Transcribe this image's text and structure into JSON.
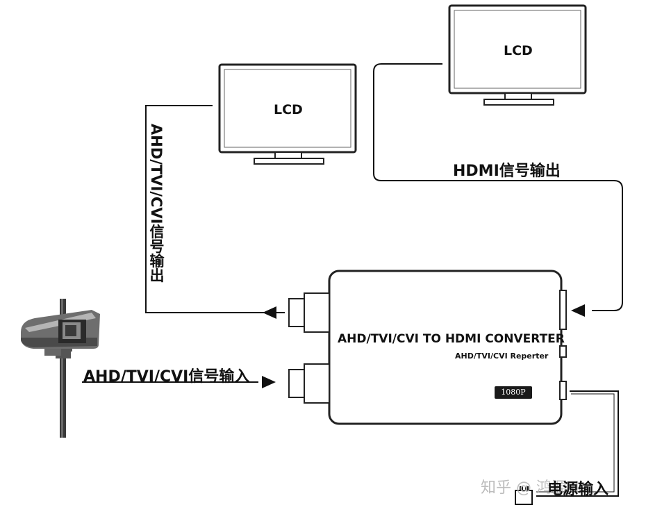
{
  "monitors": [
    {
      "label": "LCD"
    },
    {
      "label": "LCD"
    }
  ],
  "signals": {
    "analog_output": "AHD/TVI/CVI信号输出",
    "hdmi_output": "HDMI信号输出",
    "analog_input": "AHD/TVI/CVI信号输入",
    "power_input": "电源输入"
  },
  "converter": {
    "title": "AHD/TVI/CVI TO HDMI CONVERTER",
    "subtitle": "AHD/TVI/CVI Reperter",
    "badge": "1080P"
  },
  "watermark": "知乎 @ 鸿源sk"
}
